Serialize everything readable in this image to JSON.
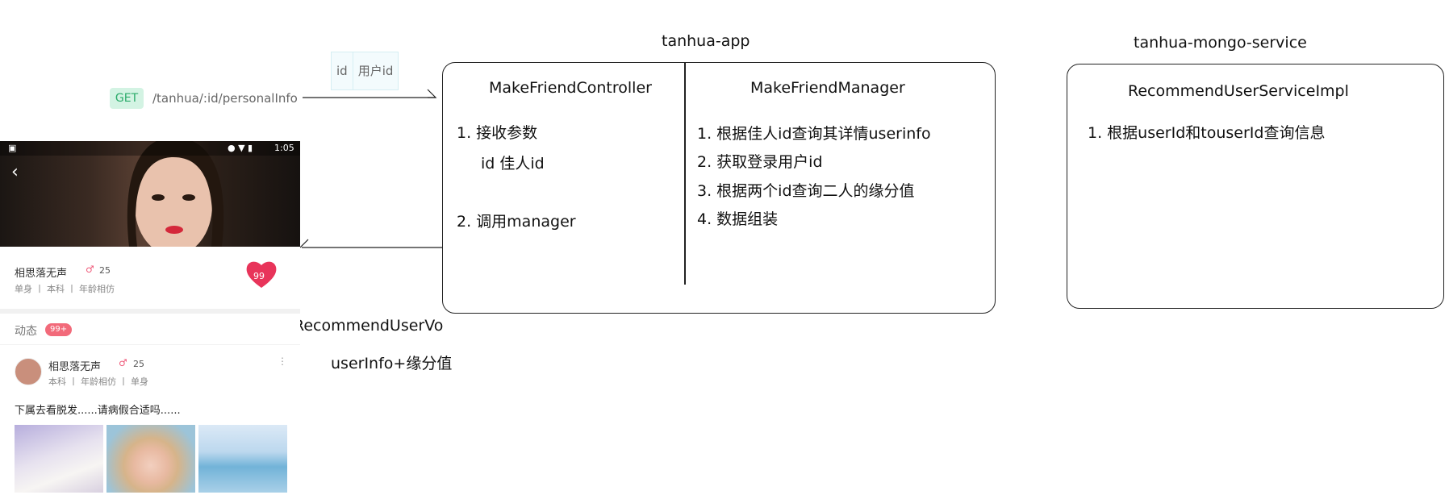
{
  "diagram": {
    "app_title": "tanhua-app",
    "service_title": "tanhua-mongo-service",
    "request": {
      "method": "GET",
      "path": "/tanhua/:id/personalInfo",
      "params": [
        "id",
        "用户id"
      ]
    },
    "controller": {
      "title": "MakeFriendController",
      "steps": [
        "1. 接收参数",
        "id  佳人id",
        "2. 调用manager"
      ]
    },
    "manager": {
      "title": "MakeFriendManager",
      "steps": [
        "1. 根据佳人id查询其详情userinfo",
        "2. 获取登录用户id",
        "3. 根据两个id查询二人的缘分值",
        "4. 数据组装"
      ]
    },
    "service": {
      "title": "RecommendUserServiceImpl",
      "steps": [
        "1. 根据userId和touserId查询信息"
      ]
    },
    "response": {
      "type": "RecommendUserVo",
      "content": "userInfo+缘分值"
    }
  },
  "phone": {
    "status_time": "1:05",
    "profile": {
      "name": "相思落无声",
      "age": "25",
      "tags": "单身 丨 本科 丨 年龄相仿",
      "score": "99"
    },
    "feed": {
      "title": "动态",
      "count": "99+",
      "post": {
        "name": "相思落无声",
        "age": "25",
        "tags": "本科 丨 年龄相仿 丨 单身",
        "text": "下属去看脱发......请病假合适吗......"
      }
    }
  },
  "colors": {
    "get_bg": "#d3f3e3",
    "get_text": "#2bab6a",
    "heart": "#e8345a",
    "badge": "#f26a7a"
  }
}
